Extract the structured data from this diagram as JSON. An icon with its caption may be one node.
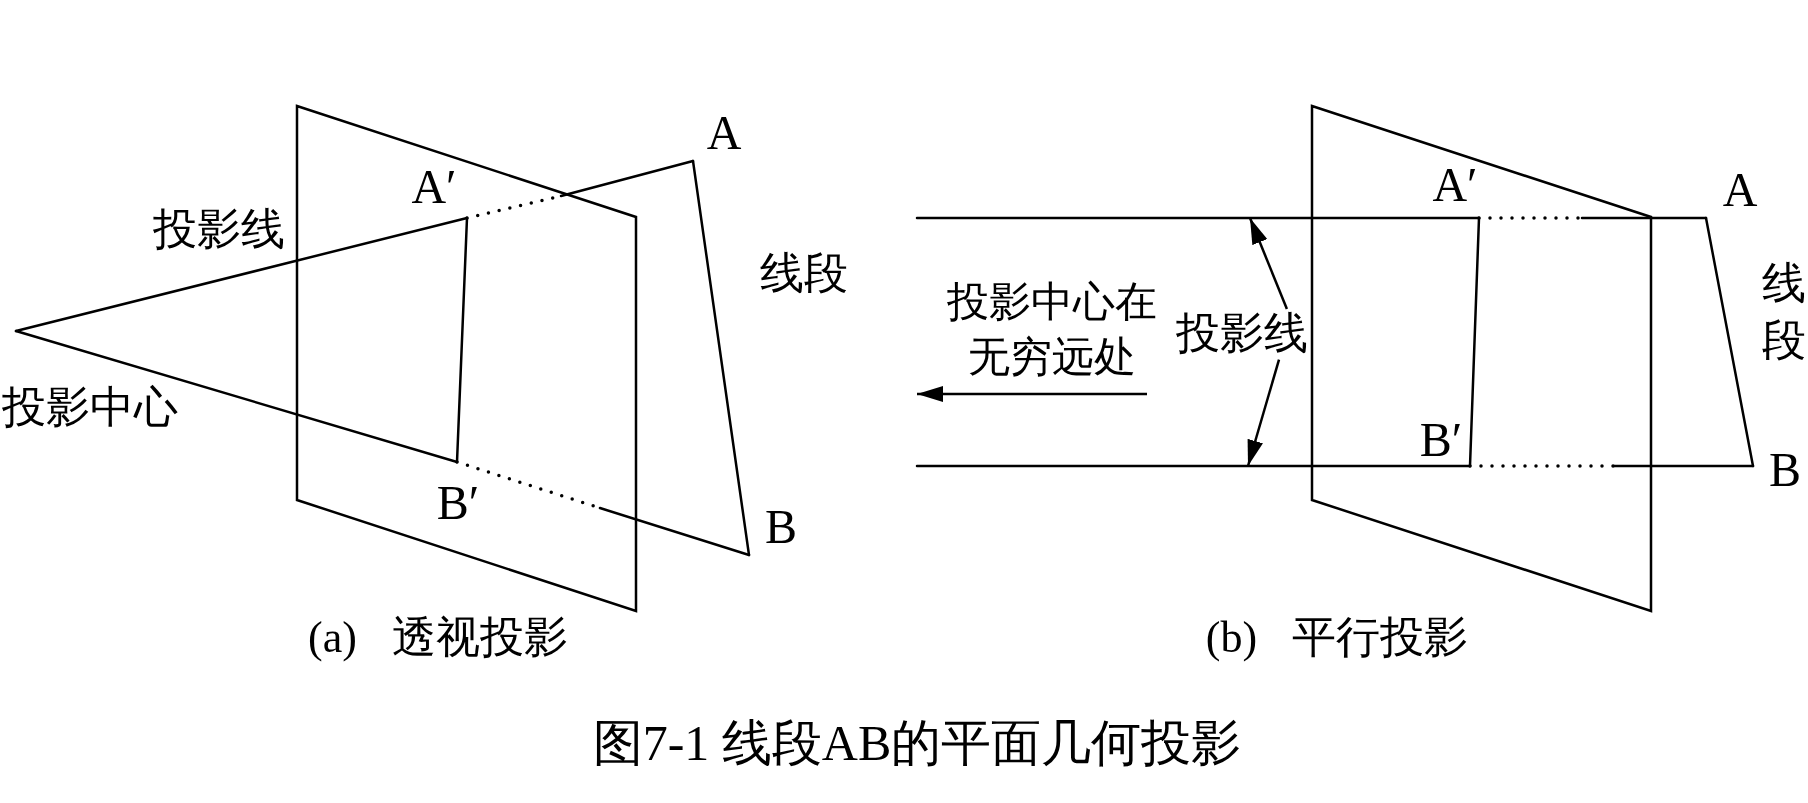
{
  "diagram": {
    "caption": "图7-1 线段AB的平面几何投影",
    "nodes": [
      {
        "text": [],
        "shape": "line"
      },
      {
        "text": [
          "投影线"
        ]
      },
      {
        "text": [],
        "shape": "line"
      }
    ],
    "edges": [
      {
        "from": 1,
        "to": 0,
        "arrow": "to"
      },
      {
        "from": 1,
        "to": 2,
        "arrow": "to"
      }
    ],
    "labels": [
      "A",
      "A′",
      "投影线",
      "线段",
      "投影中心",
      "B′",
      "B",
      "(a) 透视投影",
      "投影中心在无穷远处",
      "A′",
      "A",
      "线段",
      "B′",
      "B",
      "(b) 平行投影"
    ]
  }
}
